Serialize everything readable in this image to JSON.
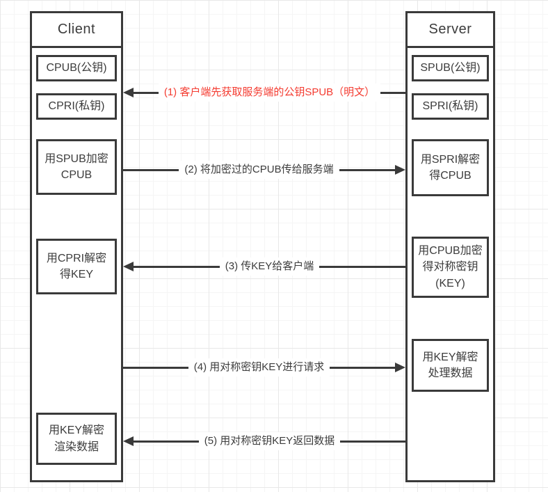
{
  "colors": {
    "line": "#3a3a3a",
    "text": "#3c3c3c",
    "highlight_red": "#f43b30",
    "background": "#ffffff"
  },
  "lanes": {
    "client": {
      "title": "Client",
      "boxes": [
        {
          "text": "CPUB(公钥)"
        },
        {
          "text": "CPRI(私钥)"
        },
        {
          "text": "用SPUB加密\nCPUB"
        },
        {
          "text": "用CPRI解密\n得KEY"
        },
        {
          "text": "用KEY解密\n渲染数据"
        }
      ]
    },
    "server": {
      "title": "Server",
      "boxes": [
        {
          "text": "SPUB(公钥)"
        },
        {
          "text": "SPRI(私钥)"
        },
        {
          "text": "用SPRI解密\n得CPUB"
        },
        {
          "text": "用CPUB加密\n得对称密钥\n(KEY)"
        },
        {
          "text": "用KEY解密\n处理数据"
        }
      ]
    }
  },
  "messages": [
    {
      "step": 1,
      "label": "(1) 客户端先获取服务端的公钥SPUB（明文）",
      "direction": "to-client",
      "emphasis": "red"
    },
    {
      "step": 2,
      "label": "(2) 将加密过的CPUB传给服务端",
      "direction": "to-server",
      "emphasis": "normal"
    },
    {
      "step": 3,
      "label": "(3) 传KEY给客户端",
      "direction": "to-client",
      "emphasis": "normal"
    },
    {
      "step": 4,
      "label": "(4) 用对称密钥KEY进行请求",
      "direction": "to-server",
      "emphasis": "normal"
    },
    {
      "step": 5,
      "label": "(5) 用对称密钥KEY返回数据",
      "direction": "to-client",
      "emphasis": "normal"
    }
  ]
}
